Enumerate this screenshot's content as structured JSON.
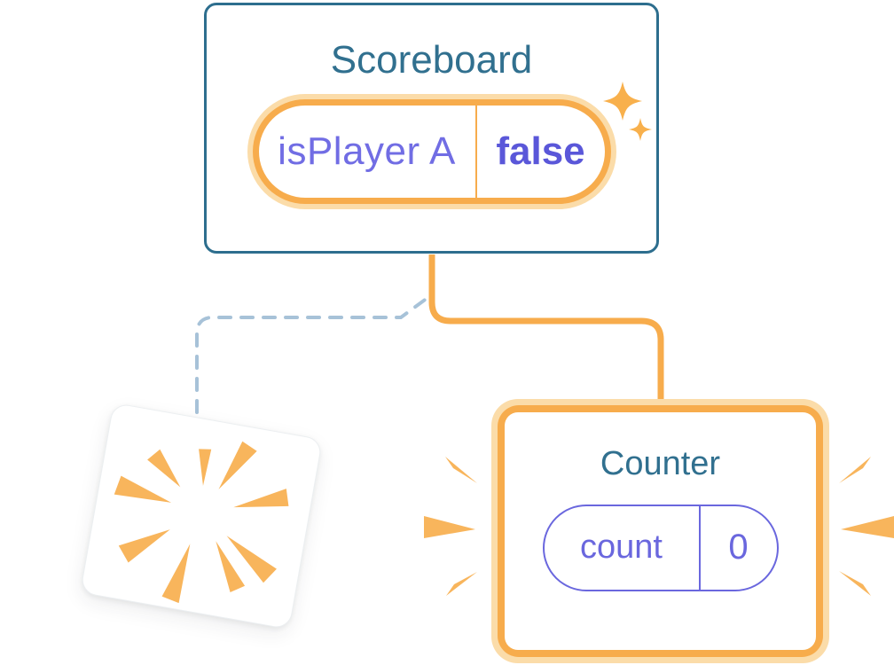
{
  "diagram": {
    "scoreboard": {
      "title": "Scoreboard",
      "state_label": "isPlayer A",
      "state_value": "false"
    },
    "counter": {
      "title": "Counter",
      "state_label": "count",
      "state_value": "0"
    },
    "icons": [
      "sparkles-icon",
      "burst-icon",
      "emphasis-left-icon",
      "emphasis-right-icon"
    ],
    "colors": {
      "card_border_blue": "#2D6E8E",
      "title_blue": "#31708F",
      "state_label_purple": "#716DE4",
      "state_value_purple": "#5A57D9",
      "counter_purple": "#6A67DE",
      "orange": "#F7AC4C",
      "orange_halo": "#FBDCA9",
      "burst_orange": "#F8B55C",
      "dashed_line_blue": "#A7C2D8",
      "card_background": "#FFFFFF"
    }
  }
}
